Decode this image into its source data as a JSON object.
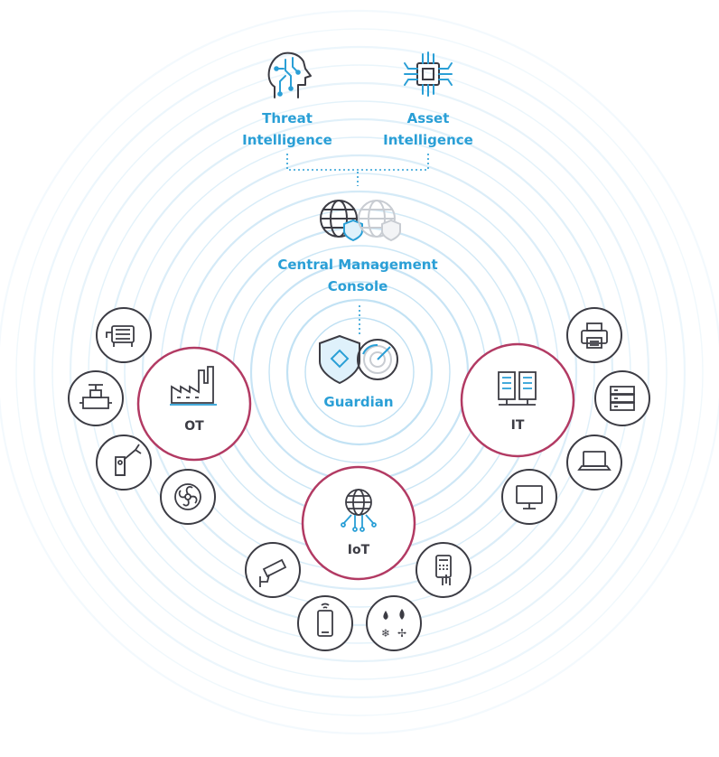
{
  "top": {
    "threat_intelligence": {
      "line1": "Threat",
      "line2": "Intelligence",
      "icon": "brain-circuit-icon"
    },
    "asset_intelligence": {
      "line1": "Asset",
      "line2": "Intelligence",
      "icon": "chip-icon"
    }
  },
  "cmc": {
    "line1": "Central Management",
    "line2": "Console",
    "icon": "globe-shield-icon"
  },
  "guardian": {
    "label": "Guardian",
    "icon": "shield-radar-icon"
  },
  "hubs": {
    "ot": {
      "label": "OT",
      "icon": "factory-icon"
    },
    "it": {
      "label": "IT",
      "icon": "server-icon"
    },
    "iot": {
      "label": "IoT",
      "icon": "globe-network-icon"
    }
  },
  "devices": {
    "ot": [
      "motor-icon",
      "valve-icon",
      "robot-arm-icon",
      "fan-icon"
    ],
    "it": [
      "printer-icon",
      "server-rack-icon",
      "laptop-icon",
      "monitor-icon"
    ],
    "iot": [
      "security-camera-icon",
      "smartphone-icon",
      "utilities-icon",
      "keypad-icon"
    ]
  },
  "colors": {
    "accent_blue": "#2a9fd6",
    "hub_ring": "#b23a63",
    "ripple": "#bfe0f3",
    "icon_stroke": "#3c3c44"
  }
}
